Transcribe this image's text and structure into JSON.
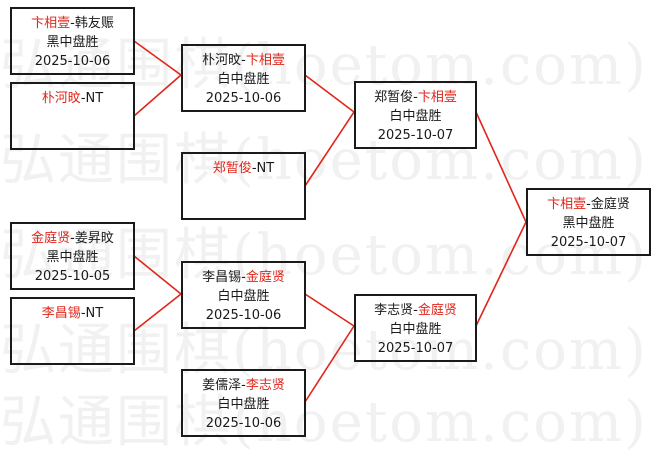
{
  "watermark": "弘通围棋(hoetom.com)",
  "colors": {
    "winner": "#e0261b",
    "line": "#e0261b",
    "border": "#1a1a1a"
  },
  "round1": [
    {
      "p1": "卞相壹",
      "sep": "-",
      "p2": "韩友赈",
      "result": "黑中盘胜",
      "date": "2025-10-06"
    },
    {
      "p1": "朴河旼",
      "sep": "-",
      "p2": "NT",
      "result": "",
      "date": ""
    },
    {
      "p1": "金庭贤",
      "sep": "-",
      "p2": "姜昇旼",
      "result": "黑中盘胜",
      "date": "2025-10-05"
    },
    {
      "p1": "李昌锡",
      "sep": "-",
      "p2": "NT",
      "result": "",
      "date": ""
    }
  ],
  "round2": [
    {
      "p1": "朴河旼",
      "sep": "-",
      "p2": "卞相壹",
      "result": "白中盘胜",
      "date": "2025-10-06"
    },
    {
      "p1": "郑暂俊",
      "sep": "-",
      "p2": "NT",
      "result": "",
      "date": ""
    },
    {
      "p1": "李昌锡",
      "sep": "-",
      "p2": "金庭贤",
      "result": "白中盘胜",
      "date": "2025-10-06"
    },
    {
      "p1": "姜儒泽",
      "sep": "-",
      "p2": "李志贤",
      "result": "白中盘胜",
      "date": "2025-10-06"
    }
  ],
  "round3": [
    {
      "p1": "郑暂俊",
      "sep": "-",
      "p2": "卞相壹",
      "result": "白中盘胜",
      "date": "2025-10-07"
    },
    {
      "p1": "李志贤",
      "sep": "-",
      "p2": "金庭贤",
      "result": "白中盘胜",
      "date": "2025-10-07"
    }
  ],
  "final": {
    "p1": "卞相壹",
    "sep": "-",
    "p2": "金庭贤",
    "result": "黑中盘胜",
    "date": "2025-10-07"
  }
}
